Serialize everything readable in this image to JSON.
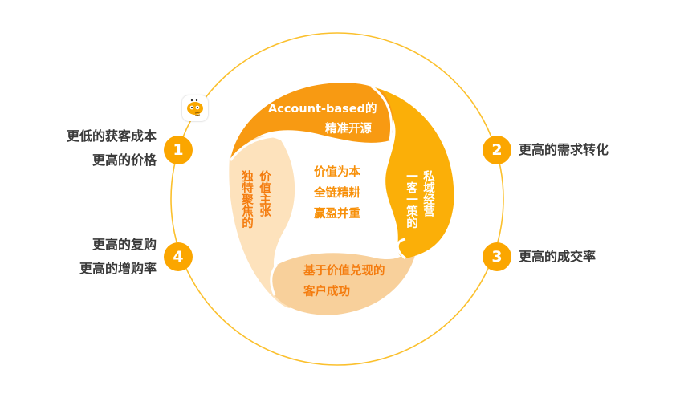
{
  "colors": {
    "ring": "#fbc02d",
    "badge": "#fba600",
    "segment_top": "#f89a12",
    "segment_right": "#fbaf08",
    "segment_bottom": "#f8d09b",
    "segment_left": "#fde2bc",
    "side_text": "#3a3a3a",
    "segment_text_orange": "#f47c0f"
  },
  "outer_items": [
    {
      "number": "1",
      "lines": [
        "更低的获客成本",
        "更高的价格"
      ],
      "position": "left-top"
    },
    {
      "number": "2",
      "lines": [
        "更高的需求转化"
      ],
      "position": "right-top"
    },
    {
      "number": "3",
      "lines": [
        "更高的成交率"
      ],
      "position": "right-bottom"
    },
    {
      "number": "4",
      "lines": [
        "更高的复购",
        "更高的增购率"
      ],
      "position": "left-bottom"
    }
  ],
  "segments": {
    "top": {
      "line1": "Account-based的",
      "line2": "精准开源"
    },
    "right": {
      "col1": "私域经营",
      "col2": "一客一策的"
    },
    "bottom": {
      "line1": "基于价值兑现的",
      "line2": "客户成功"
    },
    "left": {
      "col1": "价值主张",
      "col2": "独特聚焦的"
    }
  },
  "center": {
    "lines": [
      "价值为本",
      "全链精耕",
      "赢盈并重"
    ]
  },
  "icons": {
    "app_icon": "bee-mascot-icon"
  }
}
